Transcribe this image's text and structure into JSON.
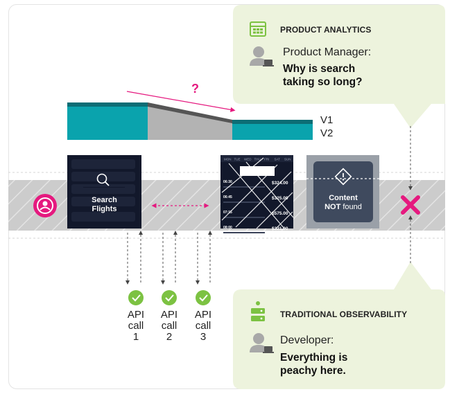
{
  "product_callout": {
    "title": "PRODUCT ANALYTICS",
    "role": "Product Manager:",
    "quote_line1": "Why is search",
    "quote_line2": "taking so long?",
    "icon": "dashboard-icon"
  },
  "observability_callout": {
    "title": "TRADITIONAL OBSERVABILITY",
    "role": "Developer:",
    "quote_line1": "Everything is",
    "quote_line2": "peachy here.",
    "icon": "server-icon"
  },
  "versions": {
    "v1": "V1",
    "v2": "V2"
  },
  "question_mark": "?",
  "search_screen": {
    "line1": "Search",
    "line2": "Flights"
  },
  "error_screen": {
    "line1": "Content",
    "line2_bold": "NOT",
    "line2_rest": " found"
  },
  "api_calls": [
    {
      "word1": "API",
      "word2": "call",
      "number": "1"
    },
    {
      "word1": "API",
      "word2": "call",
      "number": "2"
    },
    {
      "word1": "API",
      "word2": "call",
      "number": "3"
    }
  ],
  "results_screen": {
    "days": [
      "MON",
      "TUE",
      "WED",
      "THU",
      "FRI",
      "SAT",
      "SUN"
    ],
    "prices": [
      "$324.00",
      "$325.00",
      "$575.00",
      "$321.00"
    ],
    "times": [
      "06:30",
      "06:45",
      "07:15",
      "08:00"
    ]
  },
  "colors": {
    "accent_pink": "#e5197f",
    "teal": "#0aa3ad",
    "teal_dark": "#0c6d75",
    "callout_bg": "#edf3dd",
    "check_green": "#7cc242",
    "screen_dark": "#12182b"
  }
}
